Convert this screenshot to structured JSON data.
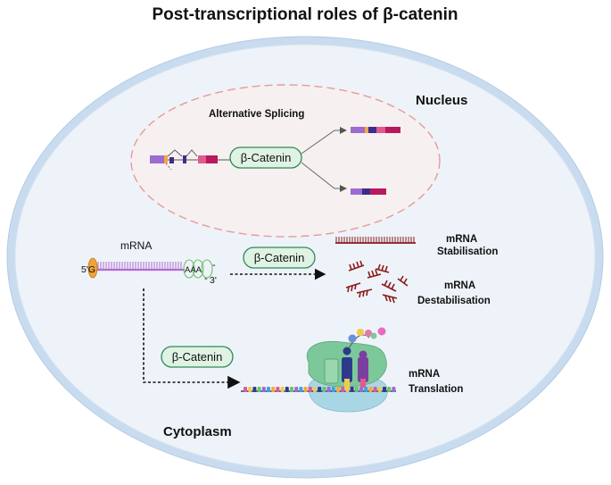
{
  "title": "Post-transcriptional roles of β-catenin",
  "compartments": {
    "nucleus": "Nucleus",
    "cytoplasm": "Cytoplasm"
  },
  "nucleus_section": {
    "process_label": "Alternative Splicing",
    "regulator_label": "β-Catenin"
  },
  "mrna_section": {
    "mrna_label": "mRNA",
    "five_prime": "5'G",
    "three_prime": "3'",
    "polya": "AAA",
    "regulator_label": "β-Catenin",
    "outcome_stabilisation": [
      "mRNA",
      "Stabilisation"
    ],
    "outcome_destabilisation": [
      "mRNA",
      "Destabilisation"
    ]
  },
  "translation_section": {
    "regulator_label": "β-Catenin",
    "outcome_translation": [
      "mRNA",
      "Translation"
    ]
  },
  "colors": {
    "cell_outer": "#c9dcef",
    "cell_fill": "#eef3f9",
    "nucleus_outline": "#e79a9a",
    "nucleus_fill": "#f6f0f1",
    "regulator_fill": "#dff2e4",
    "regulator_stroke": "#2f8a57",
    "exon_purple": "#9d6bd1",
    "exon_pink": "#e0598f",
    "exon_magenta": "#b8195c",
    "exon_navy": "#3d2c8d",
    "exon_orange": "#f3a93b",
    "mrna_strand": "#b26bcf",
    "cap": "#f0a33a",
    "polya_ring": "#6cc36a",
    "decay_rna": "#8b1a1a",
    "ribosome_large": "#7dc89a",
    "ribosome_small": "#a9d6e5",
    "trna_navy": "#2d3a8c",
    "trna_purple": "#7b3fa0"
  },
  "icons": [
    "5prime-cap-icon",
    "polya-tail-icon",
    "ribosome-icon",
    "trna-icon",
    "nascent-peptide-icon"
  ]
}
